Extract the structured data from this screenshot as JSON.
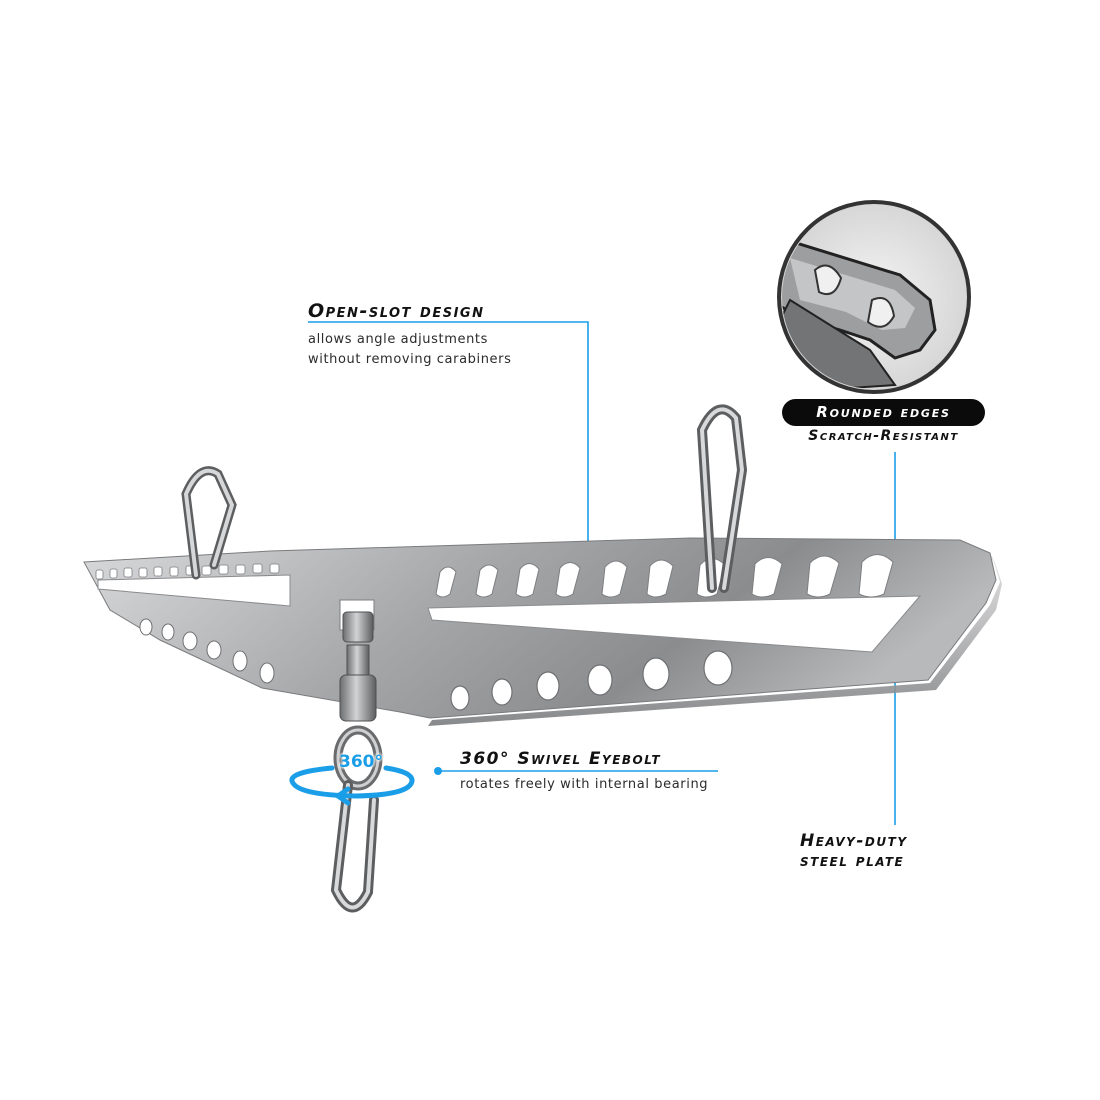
{
  "callouts": {
    "open_slot": {
      "title": "Open-slot design",
      "line1": "allows angle adjustments",
      "line2": "without removing carabiners"
    },
    "rounded_edges": {
      "pill": "Rounded edges",
      "sub": "Scratch-Resistant"
    },
    "swivel": {
      "title": "360° Swivel Eyebolt",
      "sub": "rotates freely with internal bearing",
      "badge": "360°"
    },
    "heavy_duty": {
      "line1": "Heavy-duty",
      "line2": "steel plate"
    }
  },
  "colors": {
    "accent": "#1b9ee8",
    "steel_light": "#cfd0d2",
    "steel_mid": "#9a9b9d",
    "steel_dark": "#5d5e60",
    "pill_bg": "#0b0b0b",
    "text": "#111111"
  },
  "icons": {
    "rotation_arrow": "rotation-arrow-icon",
    "callout_dot": "callout-dot-icon"
  }
}
